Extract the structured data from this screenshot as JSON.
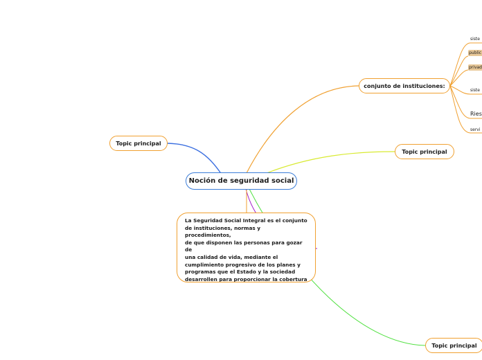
{
  "map": {
    "central": {
      "label": "Noción de seguridad social"
    },
    "topics": {
      "left": "Topic principal",
      "instituciones": "conjunto de instituciones:",
      "right_mid": "Topic principal",
      "bottom": "Topic principal"
    },
    "description": "La Seguridad Social Integral es el conjunto\nde instituciones, normas y procedimientos,\nde que disponen las personas para gozar de\nuna calidad de vida, mediante el\ncumplimiento progresivo de los planes y\nprogramas que el Estado y la sociedad\ndesarrollen para proporcionar la cobertura\nintegral de las contingencias.",
    "subtopics": [
      "siste",
      "public",
      "privad",
      "siste",
      "Riesg",
      "servi"
    ]
  },
  "colors": {
    "central_border": "#3b7dd8",
    "topic_border": "#f0a030",
    "branch_blue": "#3b6fe0",
    "branch_orange": "#f0a030",
    "branch_yellow_green": "#d8ea30",
    "branch_purple": "#a020c8",
    "branch_green": "#50e040",
    "subtopic_fill": "#e8c898"
  }
}
